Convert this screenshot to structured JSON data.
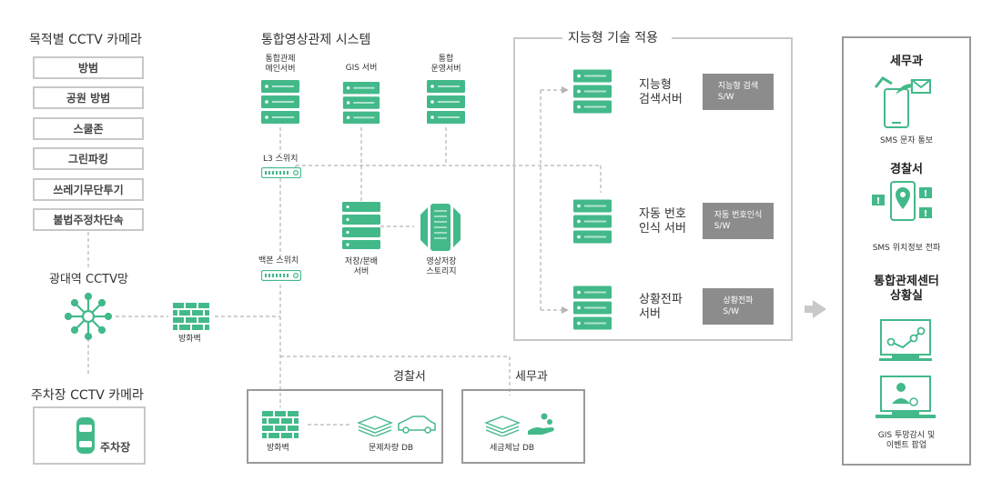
{
  "purpose_cameras": {
    "title": "목적별 CCTV 카메라",
    "items": [
      "방범",
      "공원 방범",
      "스쿨존",
      "그린파킹",
      "쓰레기무단투기",
      "불법주정차단속"
    ]
  },
  "wide_area": {
    "label": "광대역 CCTV망"
  },
  "firewall_main": {
    "label": "방화벽"
  },
  "parking": {
    "title": "주차장 CCTV 카메라",
    "label": "주차장"
  },
  "integrated": {
    "title": "통합영상관제 시스템",
    "main_server": "통합관제\n메인서버",
    "gis_server": "GIS 서버",
    "ops_server": "통합\n운영서버",
    "l3_switch": "L3 스위치",
    "backbone_switch": "백본 스위치",
    "storage_server": "저장/분배\n서버",
    "video_storage": "영상저장\n스토리지"
  },
  "police_box": {
    "title": "경찰서",
    "firewall": "방화벽",
    "db": "문제차량 DB"
  },
  "tax_box": {
    "title": "세무과",
    "db": "세금체납 DB"
  },
  "intelligent": {
    "title": "지능형 기술 적용",
    "servers": [
      {
        "name": "지능형\n검색서버",
        "sw": "지능형 검색\nS/W"
      },
      {
        "name": "자동 번호\n인식 서버",
        "sw": "자동 번호인식\nS/W"
      },
      {
        "name": "상황전파\n서버",
        "sw": "상황전파\nS/W"
      }
    ]
  },
  "right_panel": {
    "tax_title": "세무과",
    "tax_caption": "SMS 문자 통보",
    "police_title": "경찰서",
    "police_caption": "SMS 위치정보 전파",
    "center_title": "통합관제센터\n상황실",
    "center_caption": "GIS 투망감시 및\n이벤트 팝업"
  },
  "colors": {
    "green": "#43b98a",
    "gray_line": "#b5b5b5",
    "box_border": "#c8c8c8",
    "sw_gray": "#8c8c8c"
  },
  "icons": [
    "server-rack-icon",
    "network-switch-icon",
    "firewall-icon",
    "hub-icon",
    "car-icon",
    "storage-cabinet-icon",
    "db-stack-icon",
    "mobile-sms-icon",
    "location-phone-icon",
    "monitor-chart-icon",
    "monitor-user-icon",
    "arrow-left-icon"
  ]
}
